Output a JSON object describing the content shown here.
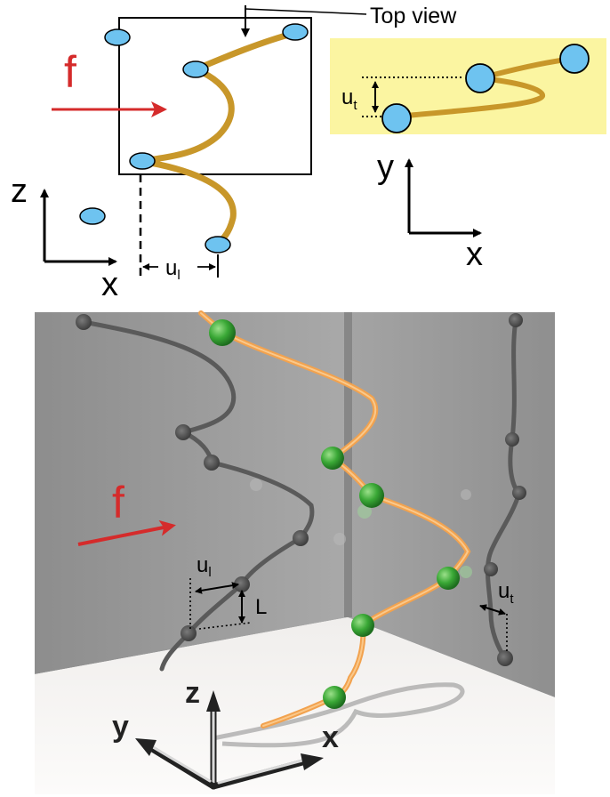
{
  "schematic": {
    "force_label": "f",
    "axis_z": "z",
    "axis_x": "x",
    "ul_main": "u",
    "ul_sub": "l",
    "top_view_label": "Top view"
  },
  "top_view": {
    "axis_y": "y",
    "axis_x": "x",
    "ut_main": "u",
    "ut_sub": "t"
  },
  "render": {
    "force_label": "f",
    "ul_main": "u",
    "ul_sub": "l",
    "L_label": "L",
    "ut_main": "u",
    "ut_sub": "t",
    "axis_z": "z",
    "axis_y": "y",
    "axis_x": "x"
  },
  "colors": {
    "particle": "#6ec3f0",
    "chain": "#c8972a",
    "force": "#d52b2b",
    "highlight": "#fbf5a1",
    "green": "#3aa836",
    "orange_chain": "#f2a24e",
    "wall": "#9c9c9c",
    "floor": "#f8f6f4",
    "shadow": "#5f5f5f"
  }
}
